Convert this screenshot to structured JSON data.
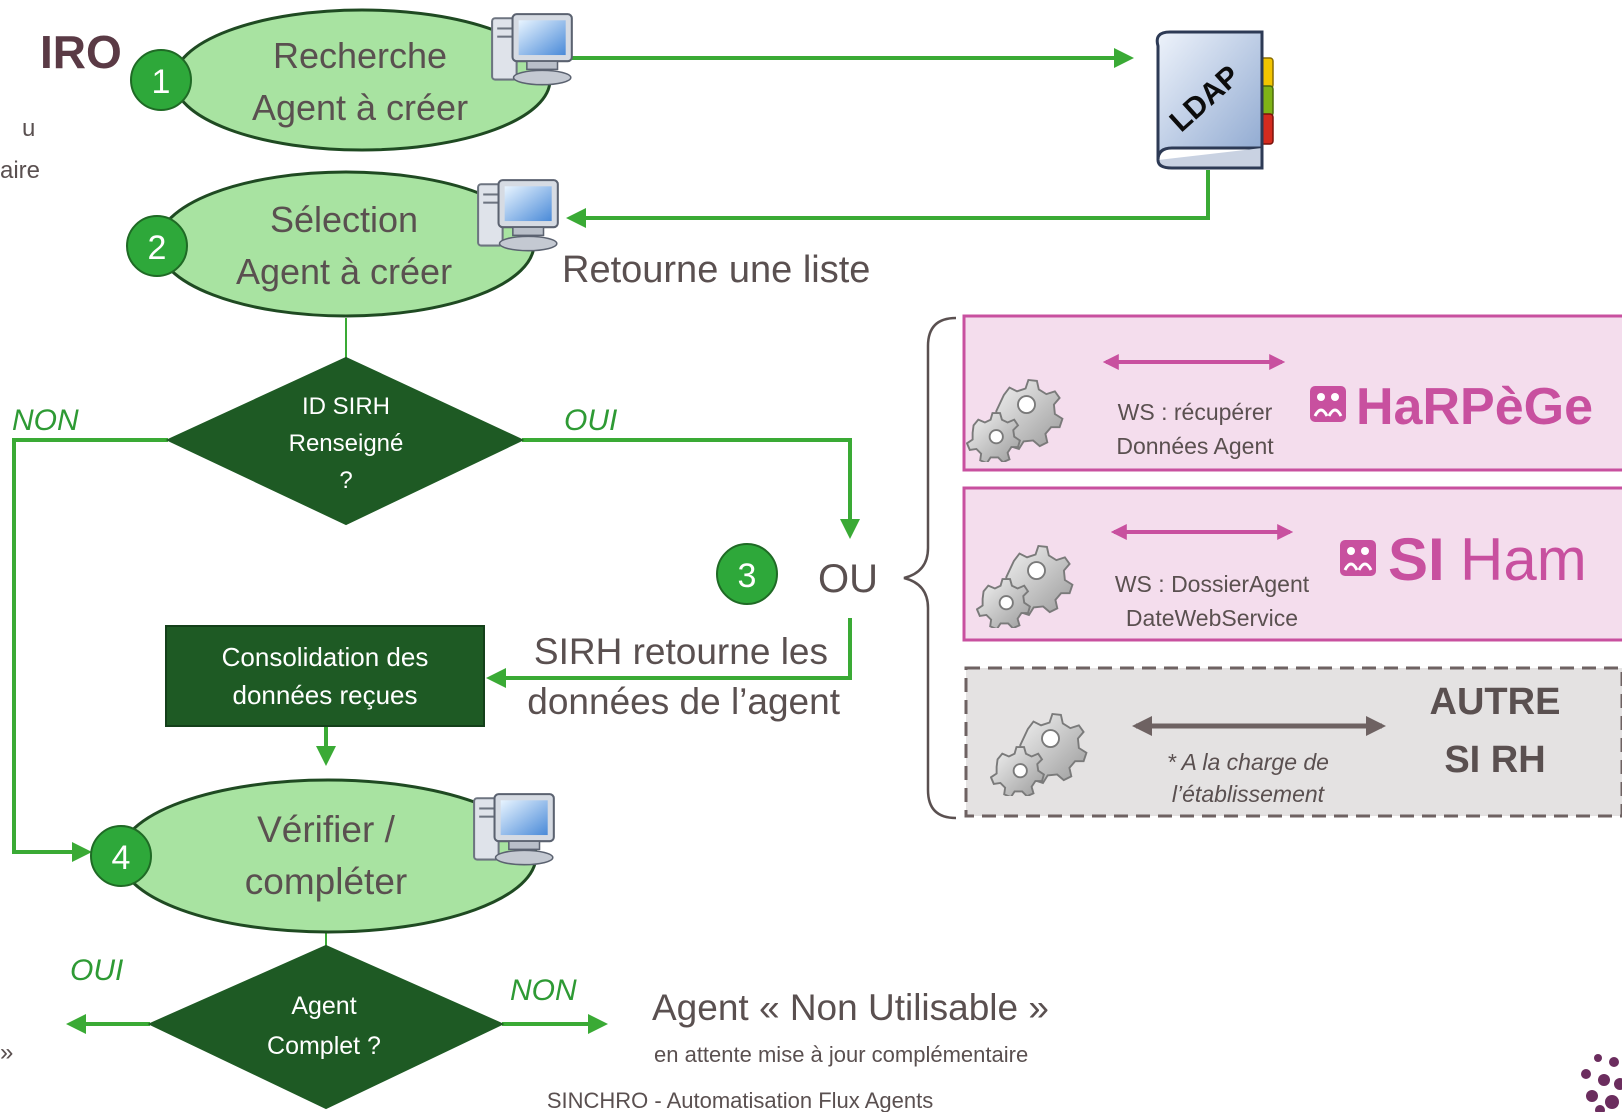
{
  "left_edge": {
    "title_fragment": "IRO",
    "text_line1": "u",
    "text_line2": "aire",
    "bottom_quote": "»"
  },
  "steps": {
    "s1": {
      "num": "1",
      "line1": "Recherche",
      "line2": "Agent à créer"
    },
    "s2": {
      "num": "2",
      "line1": "Sélection",
      "line2": "Agent à créer"
    },
    "s3": {
      "num": "3",
      "ou": "OU"
    },
    "s4": {
      "num": "4",
      "line1": "Vérifier /",
      "line2": "compléter"
    }
  },
  "ldap": {
    "label": "LDAP"
  },
  "retourne_liste": "Retourne une liste",
  "decision1": {
    "line1": "ID SIRH",
    "line2": "Renseigné",
    "line3": "?",
    "no": "NON",
    "yes": "OUI"
  },
  "sirh_return": {
    "line1": "SIRH retourne les",
    "line2": "données de l’agent"
  },
  "consolidation": {
    "line1": "Consolidation des",
    "line2": "données reçues"
  },
  "decision2": {
    "line1": "Agent",
    "line2": "Complet ?",
    "yes": "OUI",
    "no": "NON"
  },
  "non_utilisable": {
    "title": "Agent « Non Utilisable »",
    "subtitle": "en attente mise à jour complémentaire"
  },
  "footer": "SINCHRO - Automatisation Flux Agents",
  "options": {
    "harpege": {
      "ws_line1": "WS : récupérer",
      "ws_line2": "Données Agent",
      "logo": "HaRPèGe"
    },
    "siham": {
      "ws_line1": "WS : DossierAgent",
      "ws_line2": "DateWebService",
      "logo_a": "SI",
      "logo_b": "Ham"
    },
    "autre": {
      "note_line1": "* A la charge de",
      "note_line2": "l’établissement",
      "title_line1": "AUTRE",
      "title_line2": "SI RH"
    }
  },
  "colors": {
    "green_flow": "#3aaa35",
    "ellipse_fill": "#a8e3a1",
    "dark_green": "#1e5a24",
    "number_circle": "#2ea83a",
    "magenta": "#c8509f",
    "pink_bg": "#f4dded",
    "grey_bg": "#e4e2e2",
    "text_grey": "#5a5050"
  }
}
